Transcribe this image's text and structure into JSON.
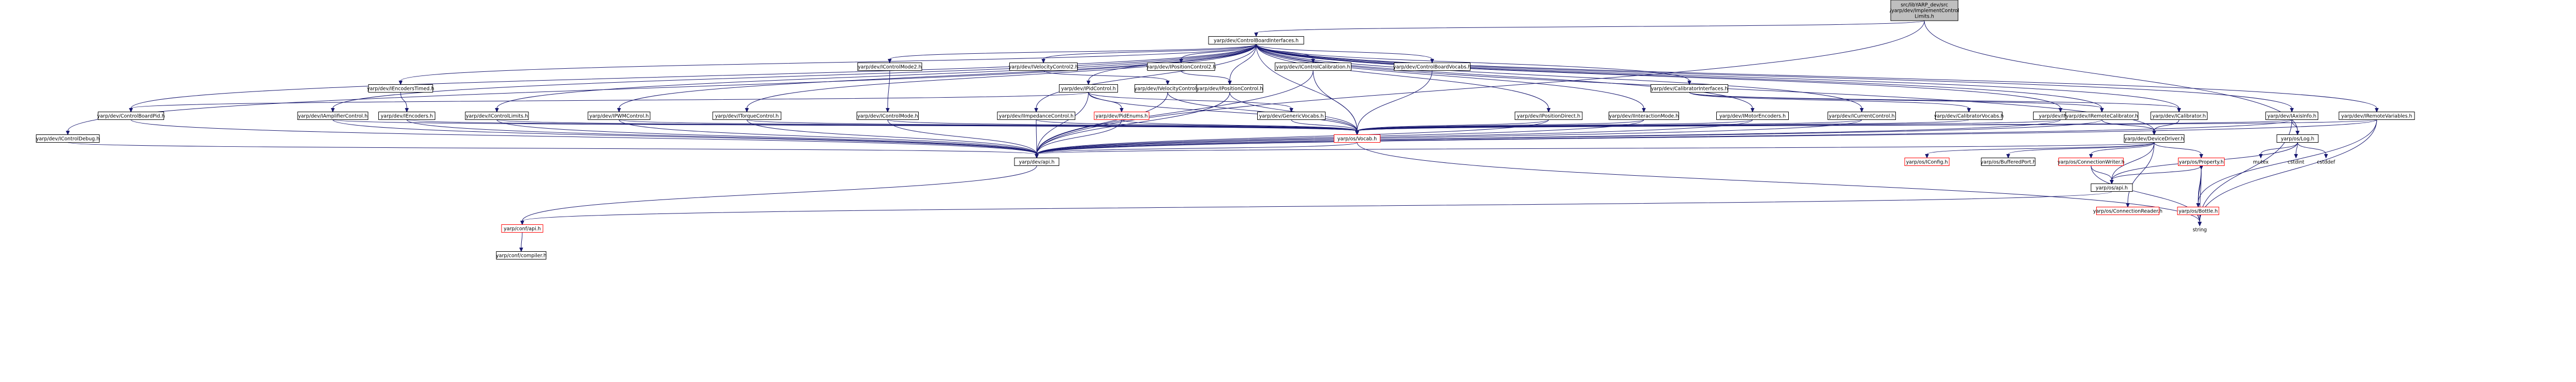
{
  "diagram": {
    "colors": {
      "node_border": "#000000",
      "node_fill": "#ffffff",
      "root_fill": "#bfbfbf",
      "edge": "#191970",
      "link_text": "#000000",
      "undocumented_border": "#ff0000",
      "undocumented_text": "#ff0000"
    },
    "nodes": [
      {
        "id": "root",
        "lines": [
          "src/libYARP_dev/src",
          "/yarp/dev/ImplementControl",
          "Limits.h"
        ]
      },
      {
        "id": "cbi",
        "lines": [
          "yarp/dev/ControlBoardInterfaces.h"
        ]
      },
      {
        "id": "mode2",
        "lines": [
          "yarp/dev/IControlMode2.h"
        ]
      },
      {
        "id": "vel2",
        "lines": [
          "yarp/dev/IVelocityControl2.h"
        ]
      },
      {
        "id": "pos2",
        "lines": [
          "yarp/dev/IPositionControl2.h"
        ]
      },
      {
        "id": "calib",
        "lines": [
          "yarp/dev/IControlCalibration.h"
        ]
      },
      {
        "id": "cbvocabs",
        "lines": [
          "yarp/dev/ControlBoardVocabs.h"
        ]
      },
      {
        "id": "enctimed",
        "lines": [
          "yarp/dev/IEncodersTimed.h"
        ]
      },
      {
        "id": "calibif",
        "lines": [
          "yarp/dev/CalibratorInterfaces.h"
        ]
      },
      {
        "id": "pid",
        "lines": [
          "yarp/dev/IPidControl.h"
        ]
      },
      {
        "id": "vel",
        "lines": [
          "yarp/dev/IVelocityControl.h"
        ]
      },
      {
        "id": "pos",
        "lines": [
          "yarp/dev/IPositionControl.h"
        ]
      },
      {
        "id": "cbpid",
        "lines": [
          "yarp/dev/ControlBoardPid.h"
        ]
      },
      {
        "id": "amp",
        "lines": [
          "yarp/dev/IAmplifierControl.h"
        ]
      },
      {
        "id": "enc",
        "lines": [
          "yarp/dev/IEncoders.h"
        ]
      },
      {
        "id": "limits",
        "lines": [
          "yarp/dev/IControlLimits.h"
        ]
      },
      {
        "id": "pwm",
        "lines": [
          "yarp/dev/IPWMControl.h"
        ]
      },
      {
        "id": "torque",
        "lines": [
          "yarp/dev/ITorqueControl.h"
        ]
      },
      {
        "id": "mode",
        "lines": [
          "yarp/dev/IControlMode.h"
        ]
      },
      {
        "id": "imp",
        "lines": [
          "yarp/dev/IImpedanceControl.h"
        ]
      },
      {
        "id": "pidenums",
        "lines": [
          "yarp/dev/PidEnums.h"
        ]
      },
      {
        "id": "genvocabs",
        "lines": [
          "yarp/dev/GenericVocabs.h"
        ]
      },
      {
        "id": "posdirect",
        "lines": [
          "yarp/dev/IPositionDirect.h"
        ]
      },
      {
        "id": "intmode",
        "lines": [
          "yarp/dev/IInteractionMode.h"
        ]
      },
      {
        "id": "motenc",
        "lines": [
          "yarp/dev/IMotorEncoders.h"
        ]
      },
      {
        "id": "current",
        "lines": [
          "yarp/dev/ICurrentControl.h"
        ]
      },
      {
        "id": "calvocabs",
        "lines": [
          "yarp/dev/CalibratorVocabs.h"
        ]
      },
      {
        "id": "motor",
        "lines": [
          "yarp/dev/IMotor.h"
        ]
      },
      {
        "id": "remcal",
        "lines": [
          "yarp/dev/IRemoteCalibrator.h"
        ]
      },
      {
        "id": "icalib",
        "lines": [
          "yarp/dev/ICalibrator.h"
        ]
      },
      {
        "id": "axis",
        "lines": [
          "yarp/dev/IAxisInfo.h"
        ]
      },
      {
        "id": "remvars",
        "lines": [
          "yarp/dev/IRemoteVariables.h"
        ]
      },
      {
        "id": "debug",
        "lines": [
          "yarp/dev/IControlDebug.h"
        ]
      },
      {
        "id": "vocab",
        "lines": [
          "yarp/os/Vocab.h"
        ]
      },
      {
        "id": "devdrv",
        "lines": [
          "yarp/dev/DeviceDriver.h"
        ]
      },
      {
        "id": "log",
        "lines": [
          "yarp/os/Log.h"
        ]
      },
      {
        "id": "devapi",
        "lines": [
          "yarp/dev/api.h"
        ]
      },
      {
        "id": "iconfig",
        "lines": [
          "yarp/os/IConfig.h"
        ]
      },
      {
        "id": "bufport",
        "lines": [
          "yarp/os/BufferedPort.h"
        ]
      },
      {
        "id": "connwriter",
        "lines": [
          "yarp/os/ConnectionWriter.h"
        ]
      },
      {
        "id": "property",
        "lines": [
          "yarp/os/Property.h"
        ]
      },
      {
        "id": "mutex",
        "lines": [
          "mutex"
        ]
      },
      {
        "id": "cstdint",
        "lines": [
          "cstdint"
        ]
      },
      {
        "id": "cstddef",
        "lines": [
          "cstddef"
        ]
      },
      {
        "id": "osapi",
        "lines": [
          "yarp/os/api.h"
        ]
      },
      {
        "id": "connreader",
        "lines": [
          "yarp/os/ConnectionReader.h"
        ]
      },
      {
        "id": "bottle",
        "lines": [
          "yarp/os/Bottle.h"
        ]
      },
      {
        "id": "string",
        "lines": [
          "string"
        ]
      },
      {
        "id": "confapi",
        "lines": [
          "yarp/conf/api.h"
        ]
      },
      {
        "id": "compiler",
        "lines": [
          "yarp/conf/compiler.h"
        ]
      }
    ]
  }
}
